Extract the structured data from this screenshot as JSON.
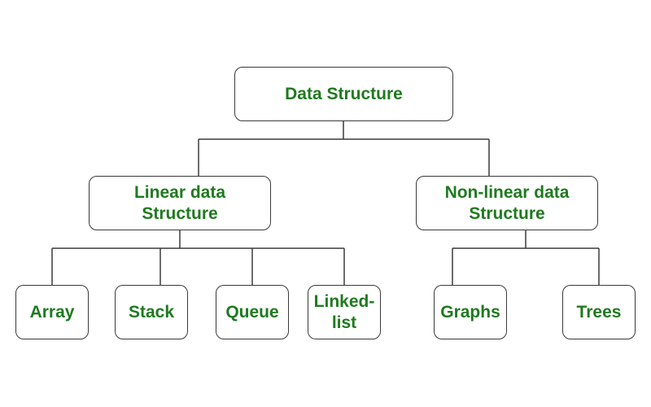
{
  "diagram": {
    "root": {
      "label": "Data Structure"
    },
    "linear": {
      "label": "Linear data\nStructure"
    },
    "nonlinear": {
      "label": "Non-linear data\nStructure"
    },
    "leaves": {
      "array": "Array",
      "stack": "Stack",
      "queue": "Queue",
      "linkedlist": "Linked-\nlist",
      "graphs": "Graphs",
      "trees": "Trees"
    }
  },
  "colors": {
    "text": "#1f7a1f",
    "border": "#3a3a3a",
    "connector": "#3a3a3a",
    "background": "#ffffff"
  }
}
